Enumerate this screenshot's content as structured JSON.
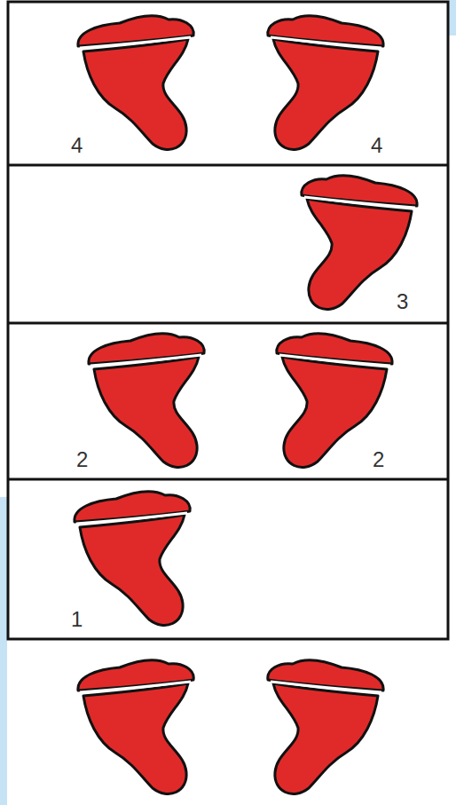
{
  "diagram": {
    "labels": [
      "4",
      "4",
      "3",
      "2",
      "2",
      "1"
    ]
  }
}
